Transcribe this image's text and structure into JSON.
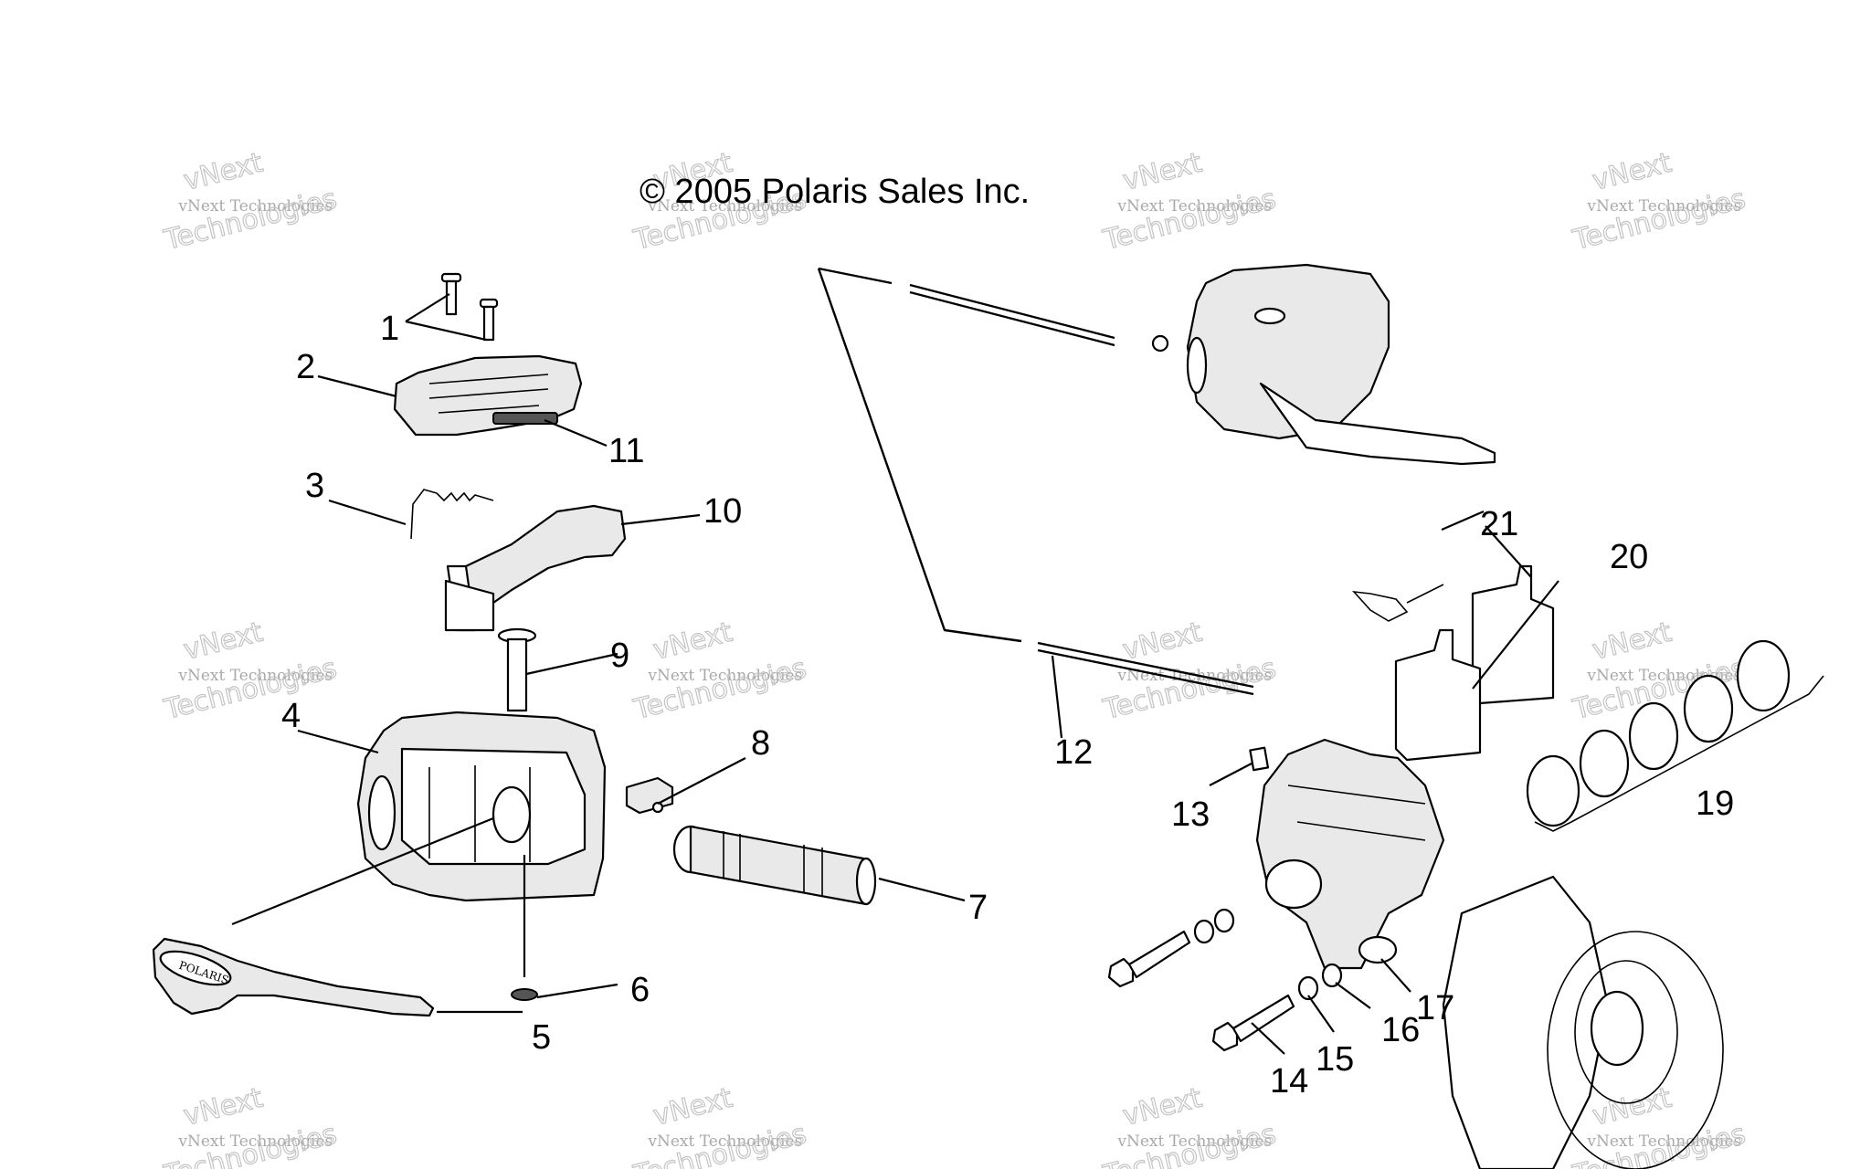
{
  "copyright": "© 2005 Polaris Sales Inc.",
  "watermark": {
    "line1": "vNext",
    "line2": "vNext Technologies",
    "line3": "Technologies"
  },
  "brand_mark": "POLARIS",
  "callouts": [
    {
      "id": "1",
      "label": "1"
    },
    {
      "id": "2",
      "label": "2"
    },
    {
      "id": "3",
      "label": "3"
    },
    {
      "id": "4",
      "label": "4"
    },
    {
      "id": "5",
      "label": "5"
    },
    {
      "id": "6",
      "label": "6"
    },
    {
      "id": "7",
      "label": "7"
    },
    {
      "id": "8",
      "label": "8"
    },
    {
      "id": "9",
      "label": "9"
    },
    {
      "id": "10",
      "label": "10"
    },
    {
      "id": "11",
      "label": "11"
    },
    {
      "id": "12",
      "label": "12"
    },
    {
      "id": "13",
      "label": "13"
    },
    {
      "id": "14",
      "label": "14"
    },
    {
      "id": "15",
      "label": "15"
    },
    {
      "id": "16",
      "label": "16"
    },
    {
      "id": "17",
      "label": "17"
    },
    {
      "id": "19",
      "label": "19"
    },
    {
      "id": "20",
      "label": "20"
    },
    {
      "id": "21",
      "label": "21"
    }
  ],
  "colors": {
    "line": "#000000",
    "background": "#ffffff",
    "watermark": "#b5b5b5"
  }
}
